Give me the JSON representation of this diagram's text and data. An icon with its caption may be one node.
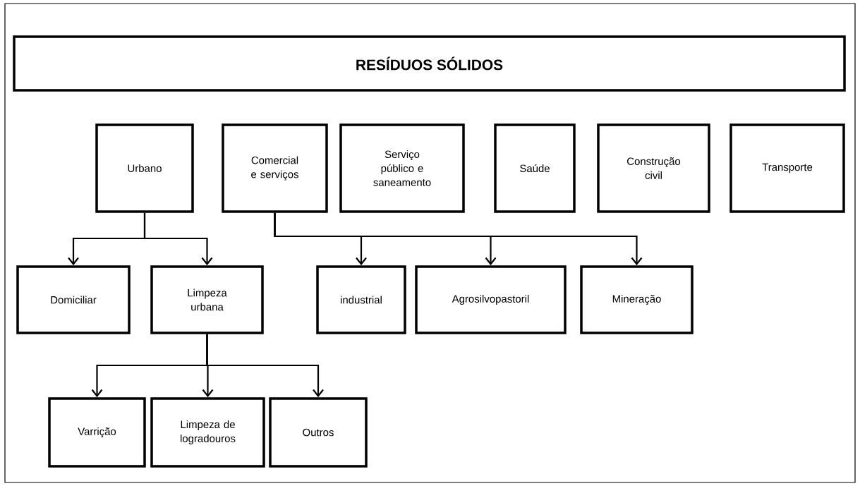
{
  "diagram": {
    "nodes": [
      {
        "text": [
          "RESÍDUOS SÓLIDOS"
        ]
      },
      {
        "text": [
          "Urbano"
        ]
      },
      {
        "text": [
          "Comercial e serviços"
        ]
      },
      {
        "text": [
          "Serviço público e saneamento"
        ]
      },
      {
        "text": [
          "Saúde"
        ]
      },
      {
        "text": [
          "Construção civil"
        ]
      },
      {
        "text": [
          "Transporte"
        ]
      },
      {
        "text": [
          "Domiciliar"
        ]
      },
      {
        "text": [
          "Limpeza urbana"
        ]
      },
      {
        "text": [
          "industrial"
        ]
      },
      {
        "text": [
          "Agrosilvopastoril"
        ]
      },
      {
        "text": [
          "Mineração"
        ]
      },
      {
        "text": [
          "Varrição"
        ]
      },
      {
        "text": [
          "Limpeza de logradouros"
        ]
      },
      {
        "text": [
          "Outros"
        ]
      }
    ],
    "edges": [
      {
        "from": 1,
        "to": 7,
        "arrow": "to"
      },
      {
        "from": 1,
        "to": 8,
        "arrow": "to"
      },
      {
        "from": 2,
        "to": 9,
        "arrow": "to"
      },
      {
        "from": 2,
        "to": 10,
        "arrow": "to"
      },
      {
        "from": 2,
        "to": 11,
        "arrow": "to"
      },
      {
        "from": 8,
        "to": 12,
        "arrow": "to"
      },
      {
        "from": 8,
        "to": 13,
        "arrow": "to"
      },
      {
        "from": 8,
        "to": 14,
        "arrow": "to"
      }
    ]
  }
}
